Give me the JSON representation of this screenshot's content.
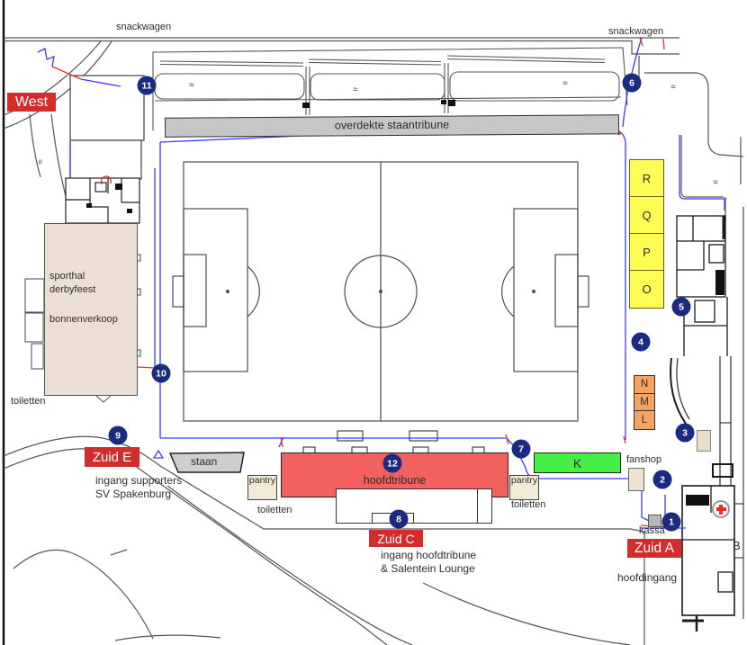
{
  "map": {
    "region_labels": {
      "snackwagen_left": "snackwagen",
      "snackwagen_right": "snackwagen",
      "overdekte_staantribune": "overdekte staantribune",
      "staan": "staan",
      "hoofdtribune": "hoofdtribune",
      "fanshop": "fanshop",
      "kassa": "kassa",
      "hoofdingang": "hoofdingang",
      "pantry_left": "pantry",
      "pantry_right": "pantry",
      "toiletten_left": "toiletten",
      "toiletten_center": "toiletten",
      "toiletten_right": "toiletten",
      "partial_letter": "B"
    },
    "building": {
      "line1": "sporthal",
      "line2": "derbyfeest",
      "line3": "bonnenverkoop"
    },
    "entrance_labels": {
      "west": "West",
      "zuid_e": "Zuid E",
      "zuid_c": "Zuid C",
      "zuid_a": "Zuid A",
      "supporters_line1": "ingang supporters",
      "supporters_line2": "SV Spakenburg",
      "hoofdtribune_line1": "ingang hoofdtribune",
      "hoofdtribune_line2": "& Salentein Lounge"
    },
    "sections": {
      "yellow": [
        "R",
        "Q",
        "P",
        "O"
      ],
      "orange": [
        "N",
        "M",
        "L"
      ],
      "green": [
        "K"
      ]
    },
    "markers": [
      "1",
      "2",
      "3",
      "4",
      "5",
      "6",
      "7",
      "8",
      "9",
      "10",
      "11",
      "12"
    ],
    "symbols": {
      "water": "≈"
    },
    "colors": {
      "marker_blue": "#1b2b80",
      "entrance_red": "#d22c2c",
      "tribune_red": "#f26060",
      "section_yellow": "#fdfd55",
      "section_orange": "#f6a361",
      "section_green": "#46ef46",
      "stand_gray": "#c6c6c6",
      "building_beige": "#eadfd2",
      "fence_blue": "#3b3bff"
    }
  }
}
